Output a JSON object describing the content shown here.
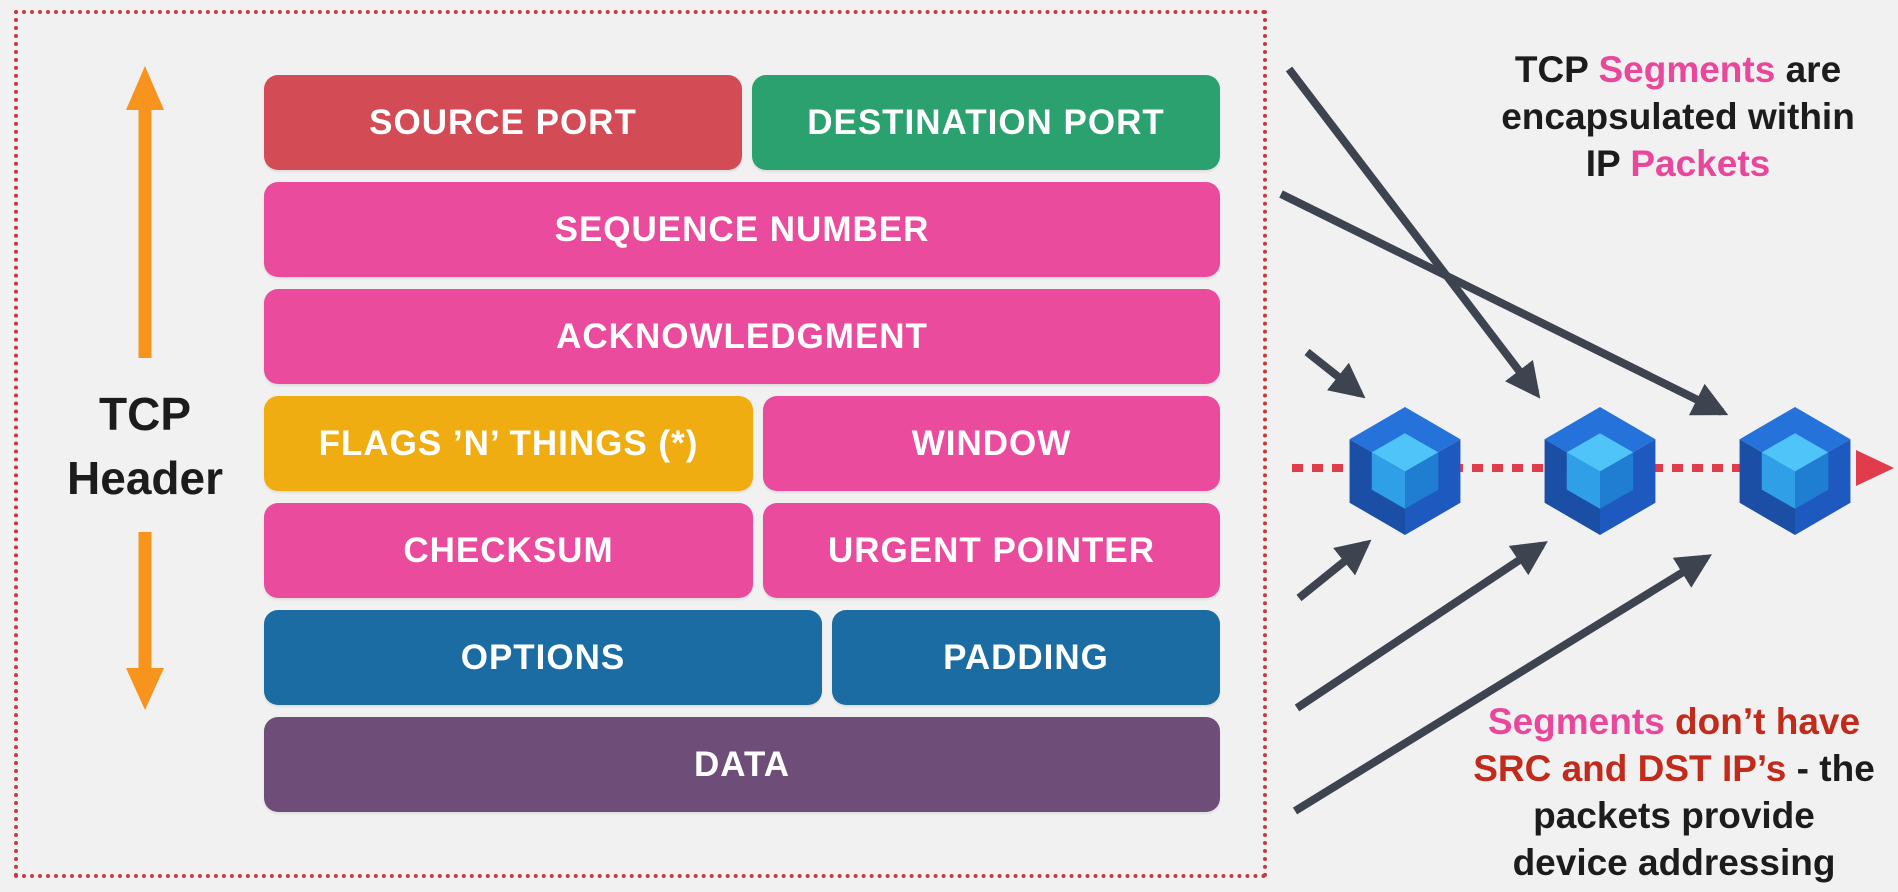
{
  "palette": {
    "background": "#F2F1F1",
    "frame_red": "#C9393F",
    "flow_red": "#E03C4C",
    "orange_arrow": "#F7941E",
    "dark_arrow": "#3D4450",
    "text_black": "#1C1C1C",
    "text_pink": "#E8479B",
    "text_red": "#C12B1B",
    "field_label_white": "#FFFFFF",
    "cube_icon": {
      "outer_top": "#2573DA",
      "outer_left": "#1A4FA5",
      "outer_right": "#1E59C0",
      "inner_top": "#4FC4F8",
      "inner_left": "#2F9FE8",
      "inner_right": "#1F7ED2"
    }
  },
  "header_label": {
    "line1": "TCP",
    "line2": "Header"
  },
  "fields": {
    "rows": [
      {
        "cells": [
          {
            "label": "SOURCE PORT",
            "color": "#D24B55"
          },
          {
            "label": "DESTINATION PORT",
            "color": "#2AA16E"
          }
        ]
      },
      {
        "cells": [
          {
            "label": "SEQUENCE NUMBER",
            "color": "#EB4B9D"
          }
        ]
      },
      {
        "cells": [
          {
            "label": "ACKNOWLEDGMENT",
            "color": "#EB4B9D"
          }
        ]
      },
      {
        "cells": [
          {
            "label": "FLAGS ’N’ THINGS (*)",
            "color": "#F0AD12"
          },
          {
            "label": "WINDOW",
            "color": "#EB4B9D"
          }
        ]
      },
      {
        "cells": [
          {
            "label": "CHECKSUM",
            "color": "#EB4B9D"
          },
          {
            "label": "URGENT POINTER",
            "color": "#EB4B9D"
          }
        ]
      },
      {
        "cells": [
          {
            "label": "OPTIONS",
            "color": "#1C6CA4"
          },
          {
            "label": "PADDING",
            "color": "#1C6CA4"
          }
        ]
      },
      {
        "cells": [
          {
            "label": "DATA",
            "color": "#6E4E78"
          }
        ]
      }
    ]
  },
  "notes": {
    "top": {
      "lines": [
        {
          "parts": [
            {
              "text": "TCP ",
              "color": "#1C1C1C"
            },
            {
              "text": "Segments",
              "color": "#E8479B"
            },
            {
              "text": " are",
              "color": "#1C1C1C"
            }
          ]
        },
        {
          "parts": [
            {
              "text": "encapsulated within",
              "color": "#1C1C1C"
            }
          ]
        },
        {
          "parts": [
            {
              "text": "IP ",
              "color": "#1C1C1C"
            },
            {
              "text": "Packets",
              "color": "#E8479B"
            }
          ]
        }
      ]
    },
    "bottom": {
      "lines": [
        {
          "parts": [
            {
              "text": "Segments",
              "color": "#E8479B"
            },
            {
              "text": " don’t have",
              "color": "#C12B1B"
            }
          ]
        },
        {
          "parts": [
            {
              "text": "SRC and DST IP’s",
              "color": "#C12B1B"
            },
            {
              "text": " - the",
              "color": "#1C1C1C"
            }
          ]
        },
        {
          "parts": [
            {
              "text": "packets provide",
              "color": "#1C1C1C"
            }
          ]
        },
        {
          "parts": [
            {
              "text": "device addressing",
              "color": "#1C1C1C"
            }
          ]
        }
      ]
    }
  }
}
